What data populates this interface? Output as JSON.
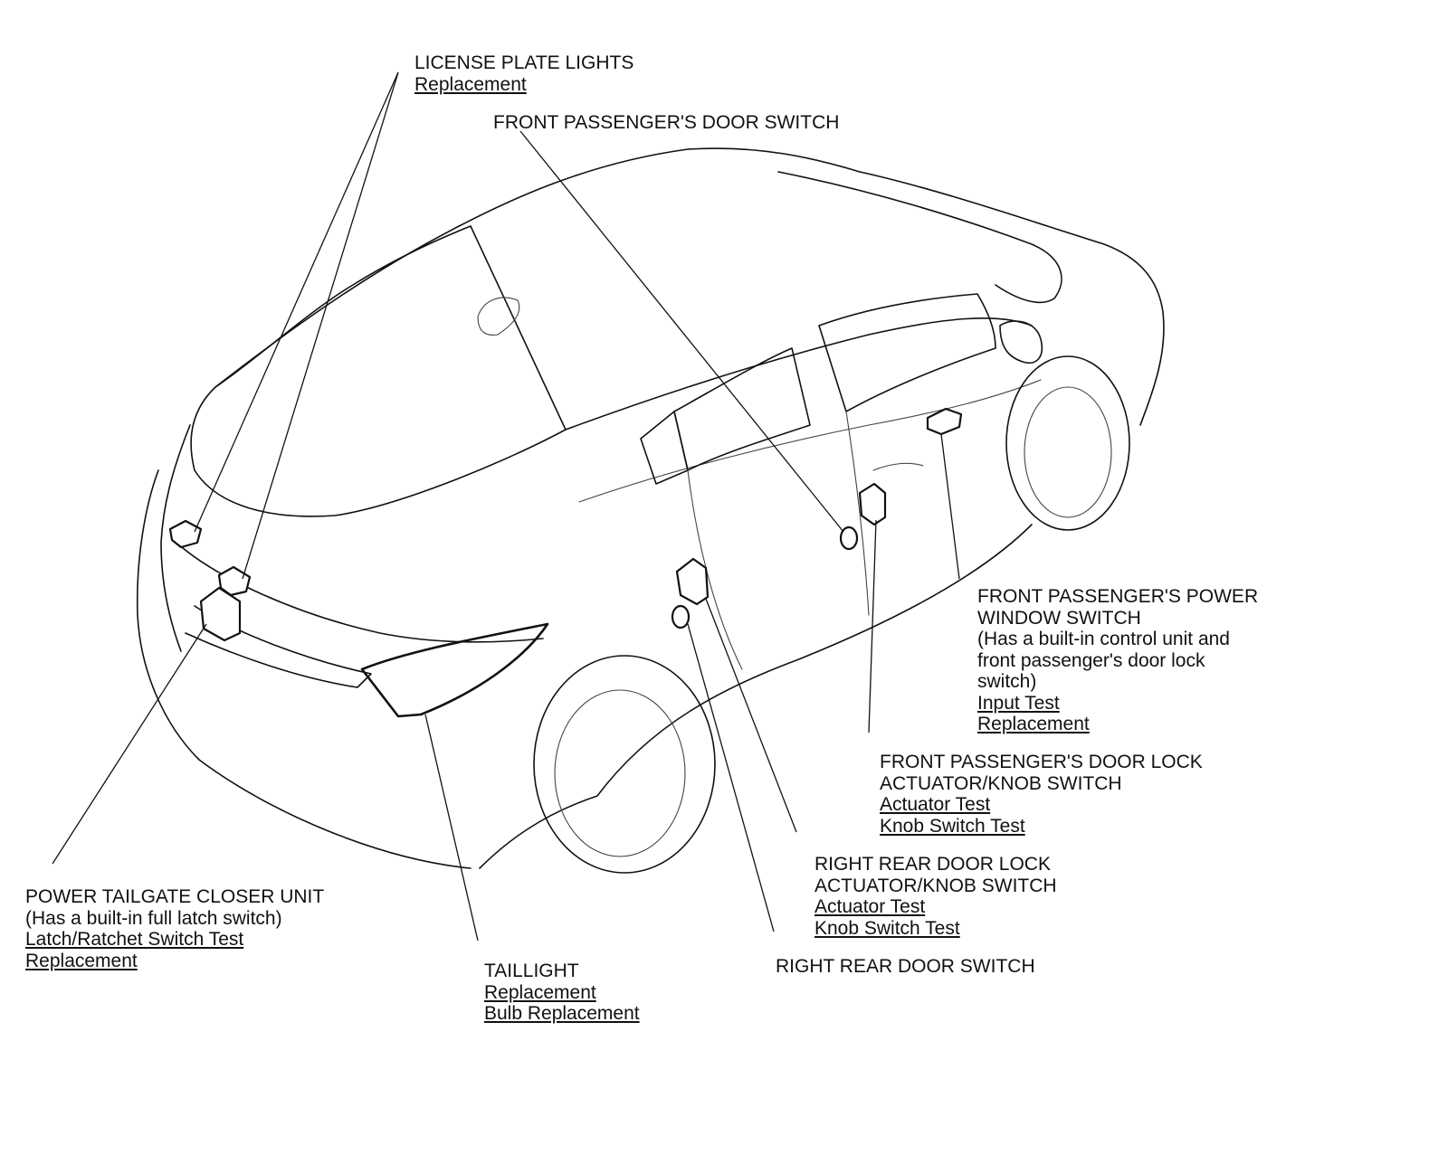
{
  "diagram": {
    "callouts": {
      "license_plate_lights": {
        "title": [
          "LICENSE PLATE LIGHTS"
        ],
        "links": [
          "Replacement"
        ]
      },
      "front_passenger_door_switch": {
        "title": [
          "FRONT PASSENGER'S DOOR SWITCH"
        ],
        "links": []
      },
      "front_passenger_power_window_switch": {
        "title": [
          "FRONT PASSENGER'S POWER",
          "WINDOW SWITCH",
          "(Has a built-in control unit and",
          "front passenger's door lock",
          "switch)"
        ],
        "links": [
          "Input Test",
          "Replacement"
        ]
      },
      "front_passenger_door_lock_actuator": {
        "title": [
          "FRONT PASSENGER'S DOOR LOCK",
          "ACTUATOR/KNOB SWITCH"
        ],
        "links": [
          "Actuator Test",
          "Knob Switch Test"
        ]
      },
      "right_rear_door_lock_actuator": {
        "title": [
          "RIGHT REAR DOOR LOCK",
          "ACTUATOR/KNOB SWITCH"
        ],
        "links": [
          "Actuator Test",
          "Knob Switch Test"
        ]
      },
      "right_rear_door_switch": {
        "title": [
          "RIGHT REAR DOOR SWITCH"
        ],
        "links": []
      },
      "power_tailgate_closer_unit": {
        "title": [
          "POWER TAILGATE CLOSER UNIT",
          "(Has a built-in full latch switch)"
        ],
        "links": [
          "Latch/Ratchet Switch Test",
          "Replacement"
        ]
      },
      "taillight": {
        "title": [
          "TAILLIGHT"
        ],
        "links": [
          "Replacement",
          "Bulb Replacement"
        ]
      }
    }
  }
}
